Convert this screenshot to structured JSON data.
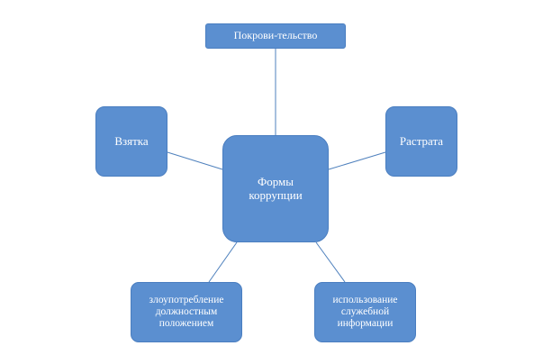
{
  "diagram": {
    "center": {
      "label_line1": "Формы",
      "label_line2": "коррупции"
    },
    "top": {
      "label": "Покрови-тельство"
    },
    "left": {
      "label": "Взятка"
    },
    "right": {
      "label": "Растрата"
    },
    "bottom_left": {
      "label_line1": "злоупотребление",
      "label_line2": "должностным",
      "label_line3": "положением"
    },
    "bottom_right": {
      "label_line1": "использование",
      "label_line2": "служебной",
      "label_line3": "информации"
    }
  },
  "colors": {
    "node_fill": "#5b8fd0",
    "node_border": "#4a7ec0",
    "connector": "#4f81bd",
    "text": "#ffffff",
    "background": "#ffffff"
  }
}
